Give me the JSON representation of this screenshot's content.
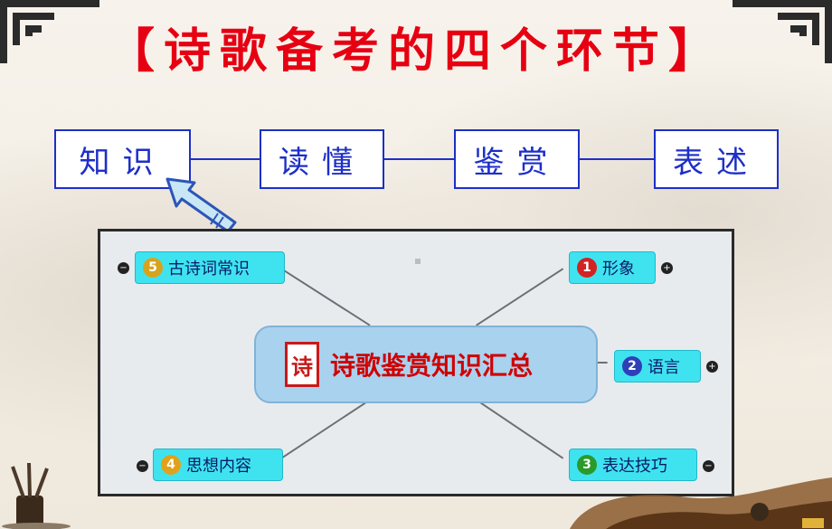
{
  "title": "【诗歌备考的四个环节】",
  "steps": [
    "知识",
    "读懂",
    "鉴赏",
    "表述"
  ],
  "mindmap": {
    "center": "诗歌鉴赏知识汇总",
    "seal_char": "诗",
    "nodes": [
      {
        "num": "1",
        "label": "形象",
        "color": "#d32222"
      },
      {
        "num": "2",
        "label": "语言",
        "color": "#2e3fb8"
      },
      {
        "num": "3",
        "label": "表达技巧",
        "color": "#2a9a2a"
      },
      {
        "num": "4",
        "label": "思想内容",
        "color": "#e0a21a"
      },
      {
        "num": "5",
        "label": "古诗词常识",
        "color": "#d8a31c"
      }
    ]
  },
  "colors": {
    "title": "#e60012",
    "steps": "#1d2fc7",
    "node_fill": "#3fe3f0",
    "center_fill": "#a9d2ef"
  }
}
